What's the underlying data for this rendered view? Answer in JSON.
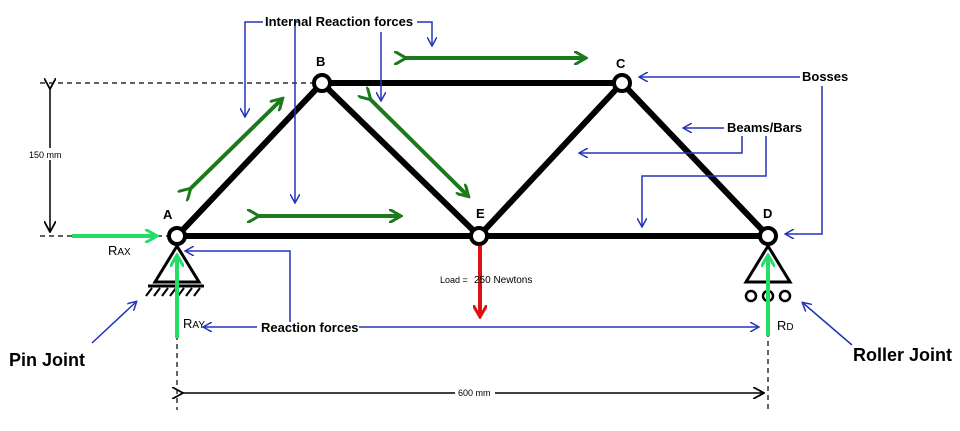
{
  "labels": {
    "internal_reaction_forces": "Internal Reaction forces",
    "bosses": "Bosses",
    "beams_bars": "Beams/Bars",
    "reaction_forces": "Reaction forces",
    "pin_joint": "Pin Joint",
    "roller_joint": "Roller Joint",
    "load_prefix": "Load =",
    "load_value": "250 Newtons",
    "height_dim": "150 mm",
    "span_dim": "600 mm"
  },
  "nodes": {
    "A": "A",
    "B": "B",
    "C": "C",
    "D": "D",
    "E": "E"
  },
  "reactions": {
    "rax": {
      "main": "R",
      "sub": "AX"
    },
    "ray": {
      "main": "R",
      "sub": "AY"
    },
    "rd": {
      "main": "R",
      "sub": "D"
    }
  },
  "colors": {
    "truss": "#000000",
    "internal_force": "#1c7a1c",
    "reaction": "#22dd66",
    "load": "#dd1111",
    "pointer": "#2233bb"
  }
}
